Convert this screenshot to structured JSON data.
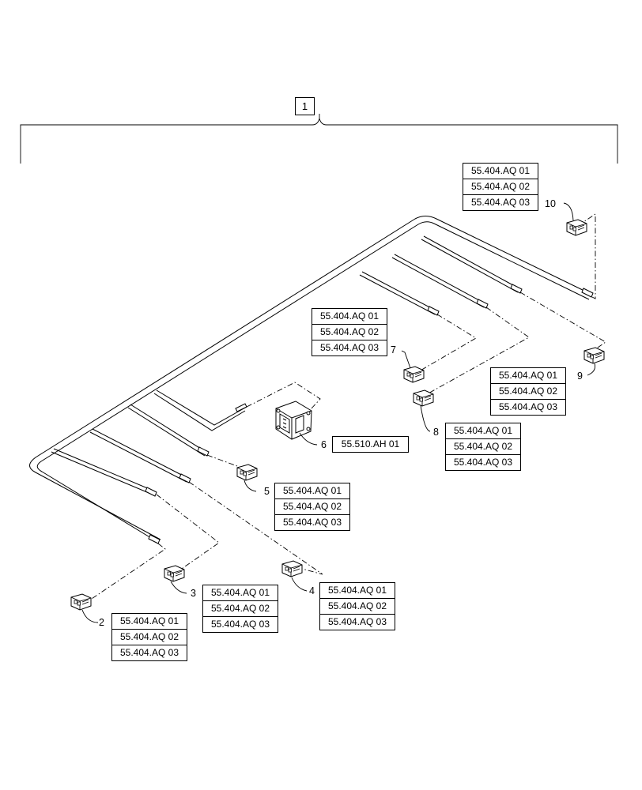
{
  "assembly_label": "1",
  "items": [
    {
      "callout": "2",
      "refs": [
        "55.404.AQ 01",
        "55.404.AQ 02",
        "55.404.AQ 03"
      ]
    },
    {
      "callout": "3",
      "refs": [
        "55.404.AQ 01",
        "55.404.AQ 02",
        "55.404.AQ 03"
      ]
    },
    {
      "callout": "4",
      "refs": [
        "55.404.AQ 01",
        "55.404.AQ 02",
        "55.404.AQ 03"
      ]
    },
    {
      "callout": "5",
      "refs": [
        "55.404.AQ 01",
        "55.404.AQ 02",
        "55.404.AQ 03"
      ]
    },
    {
      "callout": "6",
      "refs": [
        "55.510.AH 01"
      ]
    },
    {
      "callout": "7",
      "refs": [
        "55.404.AQ 01",
        "55.404.AQ 02",
        "55.404.AQ 03"
      ]
    },
    {
      "callout": "8",
      "refs": [
        "55.404.AQ 01",
        "55.404.AQ 02",
        "55.404.AQ 03"
      ]
    },
    {
      "callout": "9",
      "refs": [
        "55.404.AQ 01",
        "55.404.AQ 02",
        "55.404.AQ 03"
      ]
    },
    {
      "callout": "10",
      "refs": [
        "55.404.AQ 01",
        "55.404.AQ 02",
        "55.404.AQ 03"
      ]
    }
  ]
}
